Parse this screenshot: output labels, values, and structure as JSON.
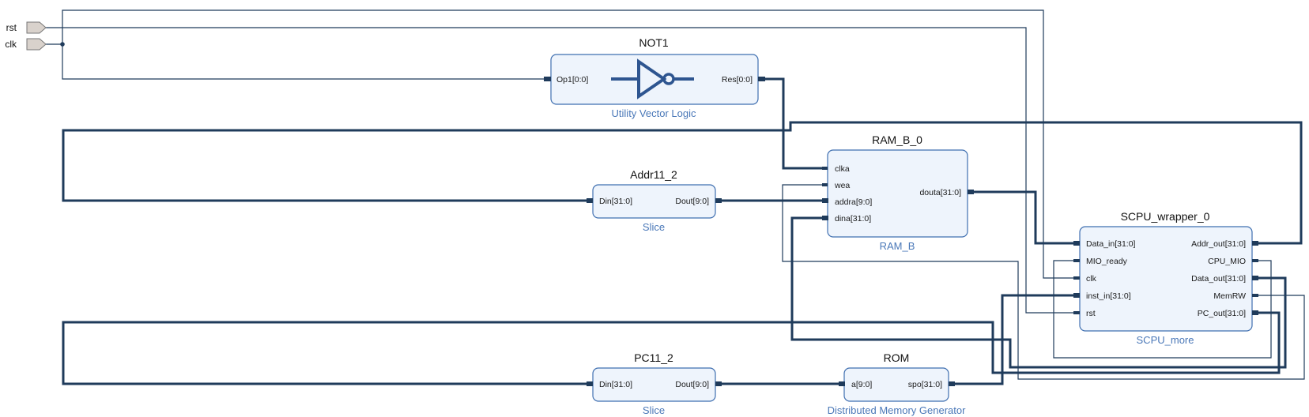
{
  "ports": {
    "rst": "rst",
    "clk": "clk"
  },
  "not1": {
    "instance": "NOT1",
    "ip": "Utility Vector Logic",
    "in": "Op1[0:0]",
    "out": "Res[0:0]"
  },
  "ram": {
    "instance": "RAM_B_0",
    "ip": "RAM_B",
    "clka": "clka",
    "wea": "wea",
    "addra": "addra[9:0]",
    "dina": "dina[31:0]",
    "douta": "douta[31:0]"
  },
  "addr": {
    "instance": "Addr11_2",
    "ip": "Slice",
    "in": "Din[31:0]",
    "out": "Dout[9:0]"
  },
  "pc": {
    "instance": "PC11_2",
    "ip": "Slice",
    "in": "Din[31:0]",
    "out": "Dout[9:0]"
  },
  "rom": {
    "instance": "ROM",
    "ip": "Distributed Memory Generator",
    "in": "a[9:0]",
    "out": "spo[31:0]"
  },
  "cpu": {
    "instance": "SCPU_wrapper_0",
    "ip": "SCPU_more",
    "inputs": [
      "Data_in[31:0]",
      "MIO_ready",
      "clk",
      "inst_in[31:0]",
      "rst"
    ],
    "outputs": [
      "Addr_out[31:0]",
      "CPU_MIO",
      "Data_out[31:0]",
      "MemRW",
      "PC_out[31:0]"
    ]
  }
}
